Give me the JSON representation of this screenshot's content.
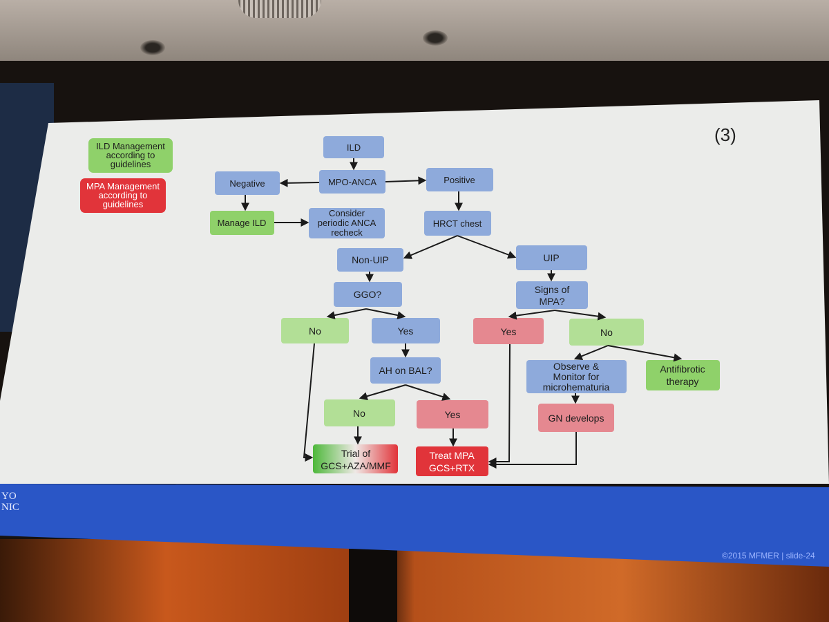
{
  "slide": {
    "number_label": "(3)",
    "footer": "©2015 MFMER  |  slide-24",
    "logo_lines": [
      "YO",
      "NIC"
    ]
  },
  "legend": {
    "ild": "ILD Management according to guidelines",
    "mpa": "MPA Management according to guidelines",
    "ild_lines": [
      "ILD Management",
      "according to",
      "guidelines"
    ],
    "mpa_lines": [
      "MPA Management",
      "according to",
      "guidelines"
    ]
  },
  "nodes": {
    "ild": [
      "ILD"
    ],
    "mpo_anca": [
      "MPO-ANCA"
    ],
    "negative": [
      "Negative"
    ],
    "positive": [
      "Positive"
    ],
    "manage_ild": [
      "Manage ILD"
    ],
    "consider": [
      "Consider",
      "periodic ANCA",
      "recheck"
    ],
    "hrct": [
      "HRCT chest"
    ],
    "non_uip": [
      "Non-UIP"
    ],
    "uip": [
      "UIP"
    ],
    "ggo": [
      "GGO?"
    ],
    "signs_mpa": [
      "Signs of",
      "MPA?"
    ],
    "ggo_no": [
      "No"
    ],
    "ggo_yes": [
      "Yes"
    ],
    "mpa_yes": [
      "Yes"
    ],
    "mpa_no": [
      "No"
    ],
    "ah_bal": [
      "AH on BAL?"
    ],
    "observe": [
      "Observe &",
      "Monitor for",
      "microhematuria"
    ],
    "antifibrotic": [
      "Antifibrotic",
      "therapy"
    ],
    "ah_no": [
      "No"
    ],
    "ah_yes": [
      "Yes"
    ],
    "gn": [
      "GN develops"
    ],
    "trial": [
      "Trial of",
      "GCS+AZA/MMF"
    ],
    "treat": [
      "Treat MPA",
      "GCS+RTX"
    ]
  },
  "colors": {
    "blue": "#8eaadb",
    "green": "#8fd16a",
    "green_light": "#b2df96",
    "red": "#e1343a",
    "red_light": "#e58890",
    "footer_bar": "#2a56c6"
  }
}
